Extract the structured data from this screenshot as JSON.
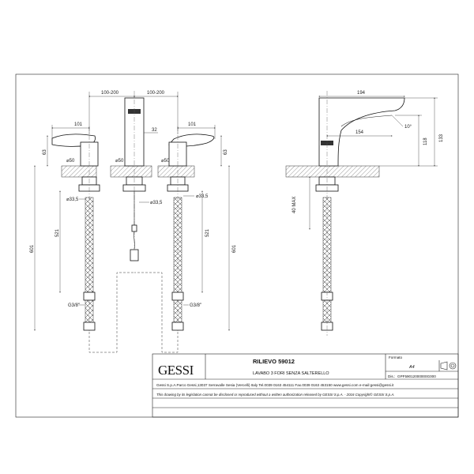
{
  "dimensions": {
    "spacing_left": "100-200",
    "spacing_right": "100-200",
    "handle_left_reach": "101",
    "handle_right_reach": "101",
    "spout_offset": "32",
    "handle_left_height": "63",
    "handle_right_height": "63",
    "hole_left": "50",
    "hole_center": "50",
    "hole_right": "50",
    "thread_left": "33,5",
    "thread_center": "33,5",
    "thread_right": "33,5",
    "hose_left_length": "521",
    "hose_right_length": "521",
    "total_left": "601",
    "total_right": "601",
    "fitting_left": "G3/8\"",
    "fitting_right": "G3/8\"",
    "side_reach": "194",
    "side_reach_inner": "154",
    "side_angle": "10°",
    "side_height_inner": "118",
    "side_height": "133",
    "deck_max": "40 MAX"
  },
  "title_block": {
    "logo": "GESSI",
    "product": "RILIEVO 59012",
    "description": "LAVABO 3 FORI SENZA SALTERELLO",
    "format_label": "Formato",
    "format_value": "A4",
    "doc_label": "Dis.:",
    "doc_code": "GPF59012000000G000",
    "address": "Gessi S.p.A.Parco Gessi,13037 Serravalle Sesia (Vercelli) Italy Tel.0039 0163 454111 Fax.0039 0163 453150 www.gessi.com e-mail:gessi@gessi.it",
    "legal": "This drawing by its legislation cannot be disclosed or reproduced without a written authorization released by GESSI S.p.A. - 2016 Copyright© GESSI S.p.A."
  }
}
